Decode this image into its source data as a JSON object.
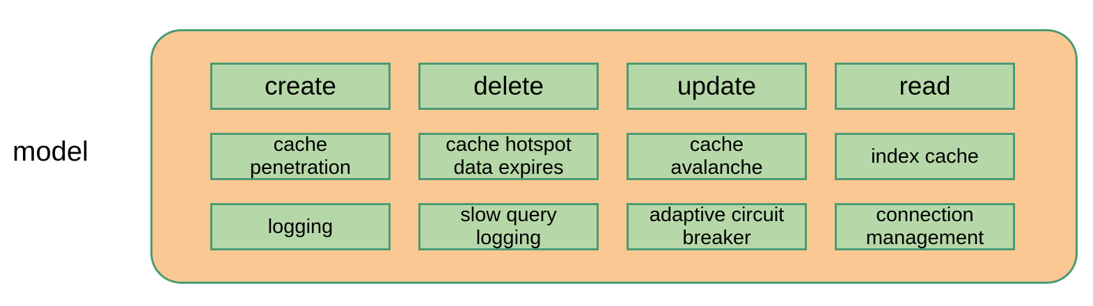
{
  "diagram": {
    "type": "grouped-node-diagram",
    "group_label": "model",
    "colors": {
      "container_fill": "#fbc894",
      "container_border": "#4a9b72",
      "node_fill": "#b6d7a8",
      "node_border": "#4a9b72",
      "text": "#000000",
      "background": "#ffffff"
    },
    "grid": {
      "columns": 4,
      "rows": 3
    },
    "nodes": [
      {
        "label": "create",
        "row": 1,
        "column": 1,
        "size": "lg"
      },
      {
        "label": "delete",
        "row": 1,
        "column": 2,
        "size": "lg"
      },
      {
        "label": "update",
        "row": 1,
        "column": 3,
        "size": "lg"
      },
      {
        "label": "read",
        "row": 1,
        "column": 4,
        "size": "lg"
      },
      {
        "label": "cache\npenetration",
        "row": 2,
        "column": 1,
        "size": "md"
      },
      {
        "label": "cache hotspot\ndata expires",
        "row": 2,
        "column": 2,
        "size": "md"
      },
      {
        "label": "cache\navalanche",
        "row": 2,
        "column": 3,
        "size": "md"
      },
      {
        "label": "index cache",
        "row": 2,
        "column": 4,
        "size": "md"
      },
      {
        "label": "logging",
        "row": 3,
        "column": 1,
        "size": "md"
      },
      {
        "label": "slow query\nlogging",
        "row": 3,
        "column": 2,
        "size": "md"
      },
      {
        "label": "adaptive circuit\nbreaker",
        "row": 3,
        "column": 3,
        "size": "md"
      },
      {
        "label": "connection\nmanagement",
        "row": 3,
        "column": 4,
        "size": "md"
      }
    ]
  }
}
